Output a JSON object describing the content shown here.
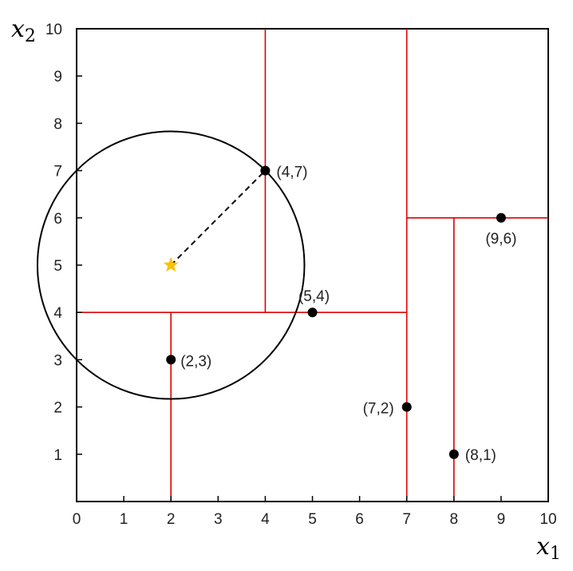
{
  "axes": {
    "x_label": "x",
    "x_subscript": "1",
    "y_label": "x",
    "y_subscript": "2",
    "x_ticks": [
      "0",
      "1",
      "2",
      "3",
      "4",
      "5",
      "6",
      "7",
      "8",
      "9",
      "10"
    ],
    "y_ticks": [
      "1",
      "2",
      "3",
      "4",
      "5",
      "6",
      "7",
      "8",
      "9",
      "10"
    ],
    "xlim": [
      0,
      10
    ],
    "ylim": [
      0,
      10
    ]
  },
  "points": [
    {
      "x": 2,
      "y": 3,
      "label": "(2,3)"
    },
    {
      "x": 5,
      "y": 4,
      "label": "(5,4)"
    },
    {
      "x": 4,
      "y": 7,
      "label": "(4,7)"
    },
    {
      "x": 7,
      "y": 2,
      "label": "(7,2)"
    },
    {
      "x": 8,
      "y": 1,
      "label": "(8,1)"
    },
    {
      "x": 9,
      "y": 6,
      "label": "(9,6)"
    }
  ],
  "splits": [
    {
      "from": [
        0,
        4
      ],
      "to": [
        7,
        4
      ]
    },
    {
      "from": [
        4,
        4
      ],
      "to": [
        4,
        10
      ]
    },
    {
      "from": [
        2,
        0
      ],
      "to": [
        2,
        4
      ]
    },
    {
      "from": [
        7,
        0
      ],
      "to": [
        7,
        10
      ]
    },
    {
      "from": [
        7,
        6
      ],
      "to": [
        10,
        6
      ]
    },
    {
      "from": [
        8,
        0
      ],
      "to": [
        8,
        6
      ]
    }
  ],
  "query": {
    "x": 2,
    "y": 5,
    "radius": 2.83
  },
  "nearest_link": {
    "from": [
      2,
      5
    ],
    "to": [
      4,
      7
    ]
  },
  "colors": {
    "split": "#e00000",
    "point": "#000000",
    "query_star": "#ffc000",
    "circle": "#000000",
    "frame": "#000000"
  }
}
